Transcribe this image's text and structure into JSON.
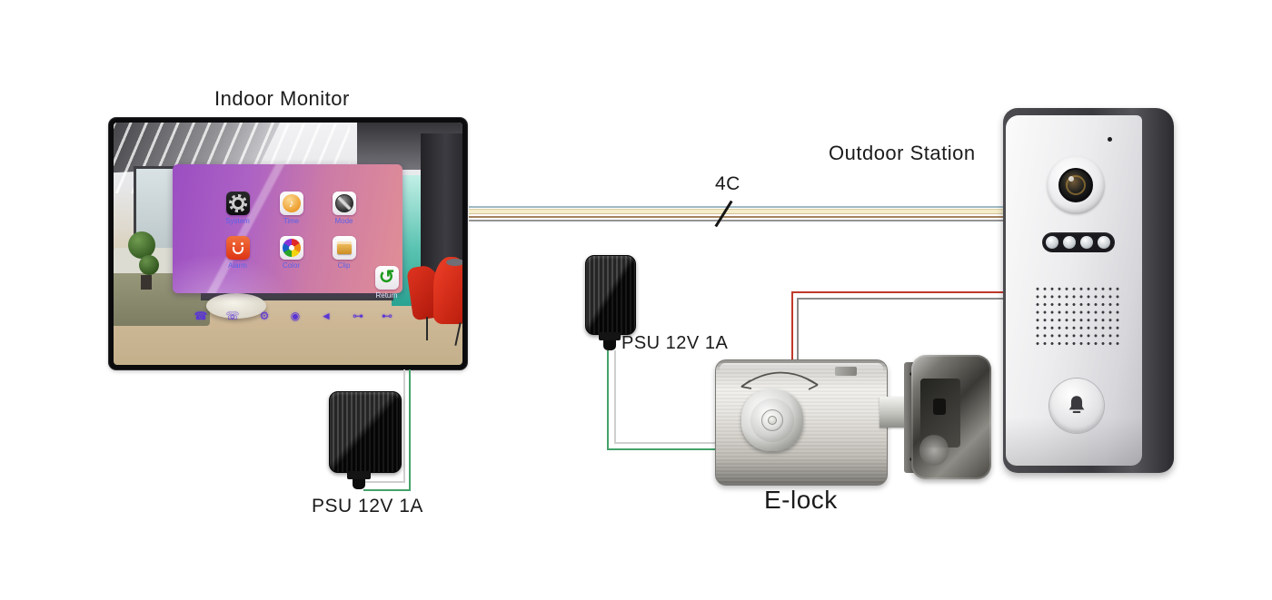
{
  "diagram": {
    "title_indoor": "Indoor Monitor",
    "title_outdoor": "Outdoor Station",
    "label_elock": "E-lock",
    "label_psu_monitor": "PSU 12V 1A",
    "label_psu_lock": "PSU 12V 1A",
    "cable_marker": "4C"
  },
  "monitor_screen": {
    "menu_items": [
      {
        "name": "system",
        "label": "System",
        "icon": "gear-icon"
      },
      {
        "name": "time",
        "label": "Time",
        "icon": "music-note-icon",
        "glyph": "♪"
      },
      {
        "name": "mode",
        "label": "Mode",
        "icon": "dial-icon"
      },
      {
        "name": "alarm",
        "label": "Alarm",
        "icon": "tv-face-icon"
      },
      {
        "name": "color",
        "label": "Color",
        "icon": "color-wheel-icon"
      },
      {
        "name": "clip",
        "label": "Clip",
        "icon": "folder-box-icon"
      }
    ],
    "return_item": {
      "label": "Return",
      "icon": "return-arrow-icon",
      "glyph": "↺"
    },
    "touch_icons": [
      {
        "name": "answer-call-icon",
        "glyph": "☎"
      },
      {
        "name": "intercom-icon",
        "glyph": "☏"
      },
      {
        "name": "settings-icon",
        "glyph": "⚙"
      },
      {
        "name": "monitor-view-icon",
        "glyph": "◉"
      },
      {
        "name": "volume-icon",
        "glyph": "◄"
      },
      {
        "name": "unlock-key-icon",
        "glyph": "⊶"
      },
      {
        "name": "unlock-key2-icon",
        "glyph": "⊷"
      }
    ]
  },
  "wires": {
    "bundle_conductor_colors": [
      "#9fb9c2",
      "#f5ecca",
      "#a5825f",
      "#949494"
    ],
    "lock_power_color": "#c0392b",
    "lock_ground_color": "#8a8a8a",
    "psu_green_color": "#44a269",
    "psu_white_color": "#cfcfcf"
  }
}
